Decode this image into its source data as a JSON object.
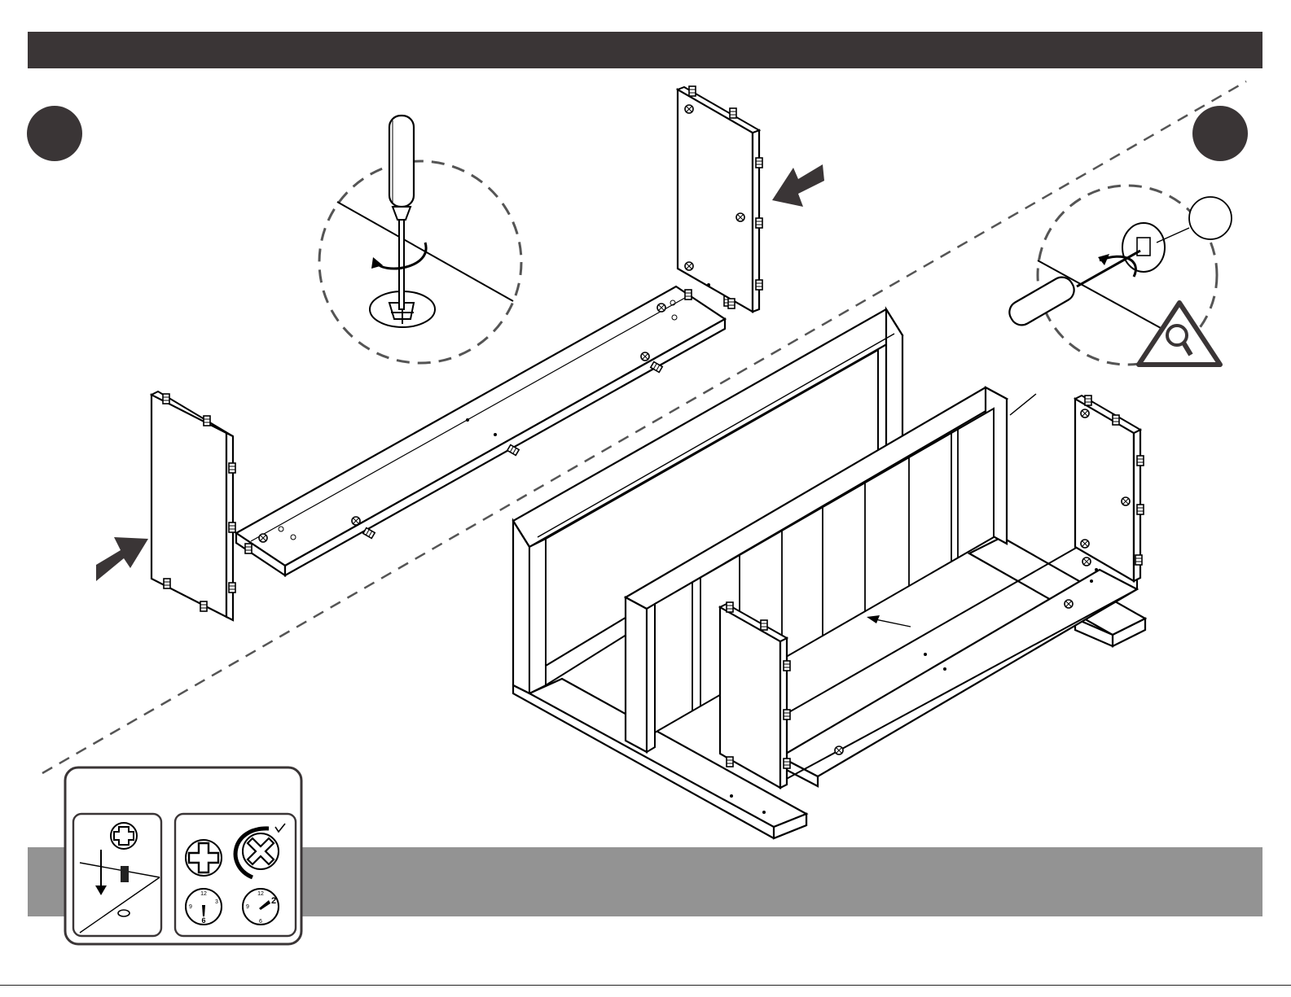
{
  "page": {
    "header_bar_color": "#3a3536",
    "footer_band_color": "#939393",
    "badge_color": "#3a3536",
    "line_color": "#000000"
  },
  "icons": [
    "screwdriver-icon",
    "cam-lock-icon",
    "rotate-arrow-icon",
    "push-arrow-icon",
    "warning-magnifier-icon",
    "check-icon",
    "clock-icon"
  ],
  "tip_box": {
    "clock_numbers": [
      "12",
      "3",
      "6",
      "9"
    ],
    "clock_hand_positions": [
      "6",
      "2"
    ]
  }
}
